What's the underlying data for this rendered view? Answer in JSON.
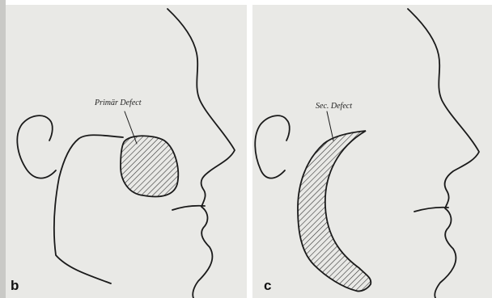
{
  "panels": [
    {
      "letter": "b",
      "callout": "Primär Defect"
    },
    {
      "letter": "c",
      "callout": "Sec. Defect"
    }
  ],
  "colors": {
    "panel_bg": "#e9e9e6",
    "line": "#1a1a1a",
    "hatch": "#333333",
    "edge_strip": "#c9c9c6"
  }
}
